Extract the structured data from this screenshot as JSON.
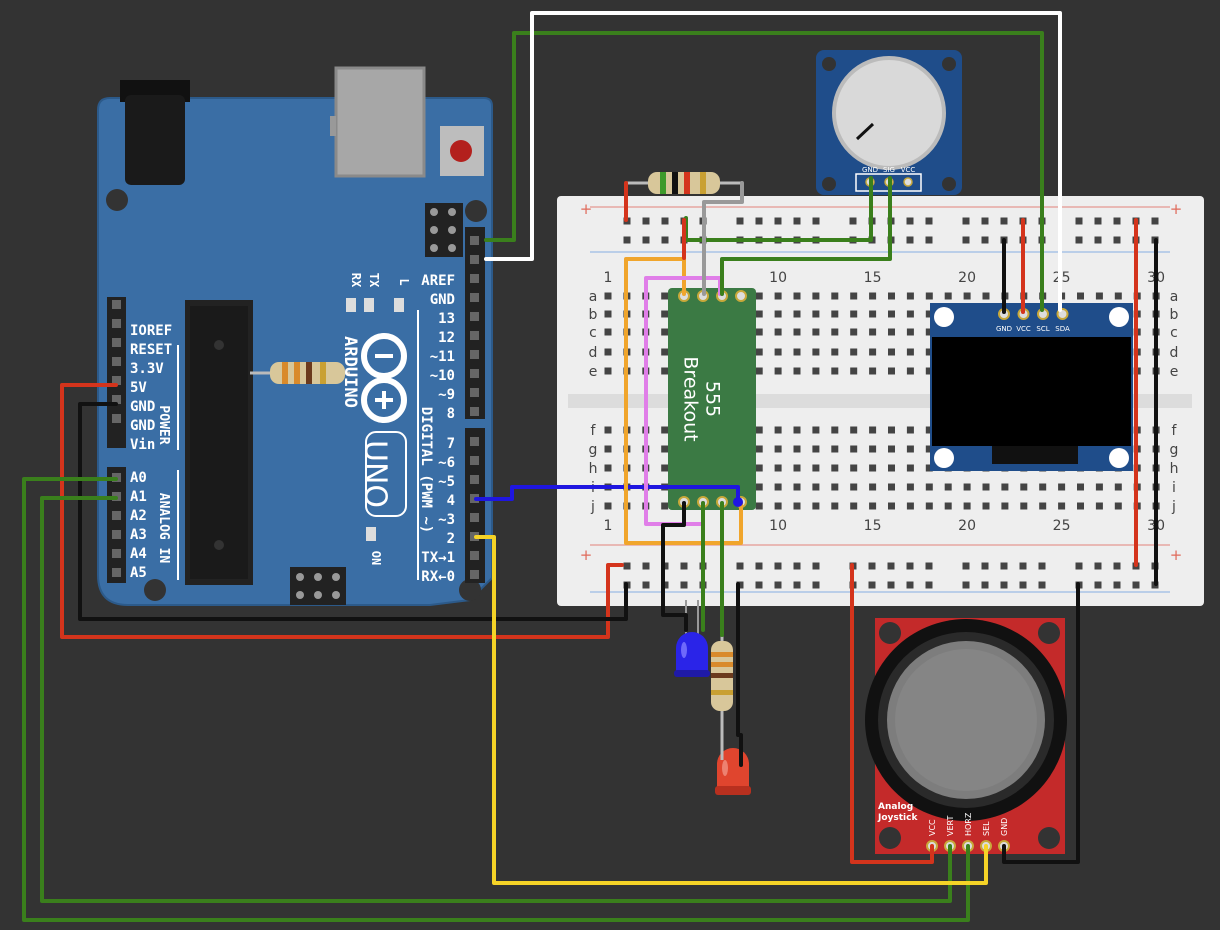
{
  "colors": {
    "background": "#333333",
    "board": "#3a6ea5",
    "breadboard": "#eeeeee",
    "breakout": "#3b7a44",
    "joystick_pcb": "#c42a2a",
    "pot_pcb": "#1f4d8a",
    "oled_pcb": "#1f4d8a",
    "wire_red": "#d4341c",
    "wire_black": "#111111",
    "wire_green": "#3a7f1c",
    "wire_white": "#ffffff",
    "wire_yellow": "#f5d327",
    "wire_orange": "#f0a52c",
    "wire_pink": "#e07ee8",
    "wire_blue": "#1f16e0",
    "wire_gray": "#999999"
  },
  "arduino": {
    "brand": "ARDUINO",
    "model": "UNO",
    "on_label": "ON",
    "tx_label": "TX",
    "rx_label": "RX",
    "l_label": "L",
    "digital_label": "DIGITAL (PWM ~)",
    "power_label": "POWER",
    "analog_label": "ANALOG IN",
    "power_pins": [
      "IOREF",
      "RESET",
      "3.3V",
      "5V",
      "GND",
      "GND",
      "Vin"
    ],
    "analog_pins": [
      "A0",
      "A1",
      "A2",
      "A3",
      "A4",
      "A5"
    ],
    "digital_top": [
      "AREF",
      "GND",
      "13",
      "12",
      "~11",
      "~10",
      "~9",
      "8"
    ],
    "digital_bottom": [
      "7",
      "~6",
      "~5",
      "4",
      "~3",
      "2",
      "TX→1",
      "RX←0"
    ]
  },
  "breadboard": {
    "col_top": [
      "1",
      "10",
      "15",
      "20",
      "25",
      "30"
    ],
    "col_bottom": [
      "1",
      "10",
      "15",
      "20",
      "25",
      "30"
    ],
    "rows_top": [
      "a",
      "b",
      "c",
      "d",
      "e"
    ],
    "rows_bottom": [
      "f",
      "g",
      "h",
      "i",
      "j"
    ],
    "plus_sign": "+"
  },
  "breakout": {
    "line1": "555",
    "line2": "Breakout"
  },
  "potentiometer": {
    "pins": [
      "GND",
      "SIG",
      "VCC"
    ]
  },
  "oled": {
    "pins": [
      "GND",
      "VCC",
      "SCL",
      "SDA"
    ]
  },
  "joystick": {
    "title_line1": "Analog",
    "title_line2": "Joystick",
    "pins": [
      "VCC",
      "VERT",
      "HORZ",
      "SEL",
      "GND"
    ]
  }
}
